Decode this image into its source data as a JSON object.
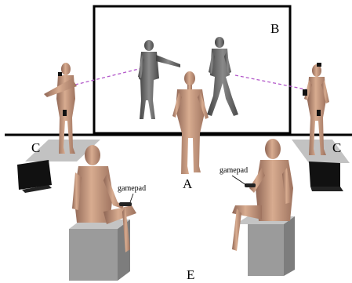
{
  "labels": {
    "A": "A",
    "B": "B",
    "C_left": "C",
    "C_right": "C",
    "E": "E",
    "gamepad_left": "gamepad",
    "gamepad_right": "gamepad"
  },
  "colors": {
    "skin": "#c79a7e",
    "skin_shade": "#8f6655",
    "avatar": "#6e6e6e",
    "avatar_shade": "#3f3f3f",
    "floor_pad": "#bdbdbd",
    "box_front": "#9b9b9b",
    "box_top": "#c4c4c4",
    "monitor": "#111111",
    "sight_line": "#b257c9",
    "frame": "#000000"
  }
}
